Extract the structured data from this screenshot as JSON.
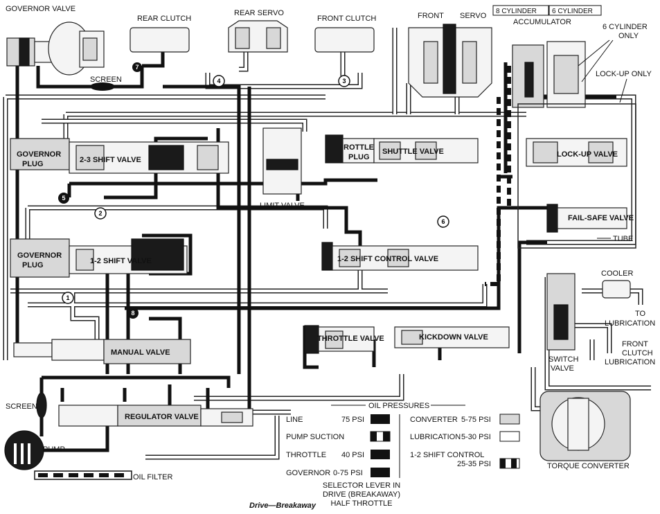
{
  "labels": {
    "governor_valve": "GOVERNOR VALVE",
    "rear_clutch": "REAR CLUTCH",
    "rear_servo": "REAR SERVO",
    "front_clutch": "FRONT CLUTCH",
    "front_servo": "FRONT",
    "servo": "SERVO",
    "cyl8": "8 CYLINDER",
    "cyl6": "6 CYLINDER",
    "accumulator": "ACCUMULATOR",
    "six_cyl_only_1": "6 CYLINDER",
    "six_cyl_only_2": "ONLY",
    "lockup_only": "LOCK-UP ONLY",
    "screen_top": "SCREEN",
    "governor_plug_a1": "GOVERNOR",
    "governor_plug_a2": "PLUG",
    "shift_23": "2-3 SHIFT VALVE",
    "limit_valve": "LIMIT VALVE",
    "throttle_plug_1": "ROTTLE",
    "throttle_plug_2": "PLUG",
    "shuttle_valve": "SHUTTLE VALVE",
    "lockup_valve": "LOCK-UP VALVE",
    "failsafe_valve": "FAIL-SAFE VALVE",
    "tube": "TUBE",
    "governor_plug_b1": "GOVERNOR",
    "governor_plug_b2": "PLUG",
    "shift_12": "1-2 SHIFT VALVE",
    "shift_12_control": "1-2 SHIFT CONTROL VALVE",
    "cooler": "COOLER",
    "to_lub_1": "TO",
    "to_lub_2": "LUBRICATION",
    "throttle_valve": "THROTTLE VALVE",
    "kickdown_valve": "KICKDOWN VALVE",
    "manual_valve": "MANUAL VALVE",
    "front_clutch_lub_1": "FRONT",
    "front_clutch_lub_2": "CLUTCH",
    "front_clutch_lub_3": "LUBRICATION",
    "switch_valve_1": "SWITCH",
    "switch_valve_2": "VALVE",
    "screen_left": "SCREEN",
    "regulator_valve": "REGULATOR VALVE",
    "pump": "PUMP",
    "oil_filter": "OIL FILTER",
    "torque_converter": "TORQUE CONVERTER",
    "caption": "Drive—Breakaway"
  },
  "circles": [
    "1",
    "2",
    "3",
    "4",
    "5",
    "6",
    "7",
    "8"
  ],
  "legend": {
    "title": "OIL PRESSURES",
    "left": [
      {
        "name": "LINE",
        "value": "75 PSI"
      },
      {
        "name": "PUMP SUCTION",
        "value": ""
      },
      {
        "name": "THROTTLE",
        "value": "40 PSI"
      },
      {
        "name": "GOVERNOR",
        "value": "0-75 PSI"
      }
    ],
    "right": [
      {
        "name": "CONVERTER",
        "value": "5-75 PSI"
      },
      {
        "name": "LUBRICATION",
        "value": "5-30 PSI"
      },
      {
        "name": "1-2 SHIFT CONTROL",
        "value": "25-35 PSI"
      }
    ],
    "selector_1": "SELECTOR LEVER IN",
    "selector_2": "DRIVE (BREAKAWAY)",
    "selector_3": "HALF THROTTLE"
  },
  "colors": {
    "line": "#111111",
    "converter": "#d8d8d8",
    "lubrication": "#ffffff",
    "outline": "#222222"
  }
}
